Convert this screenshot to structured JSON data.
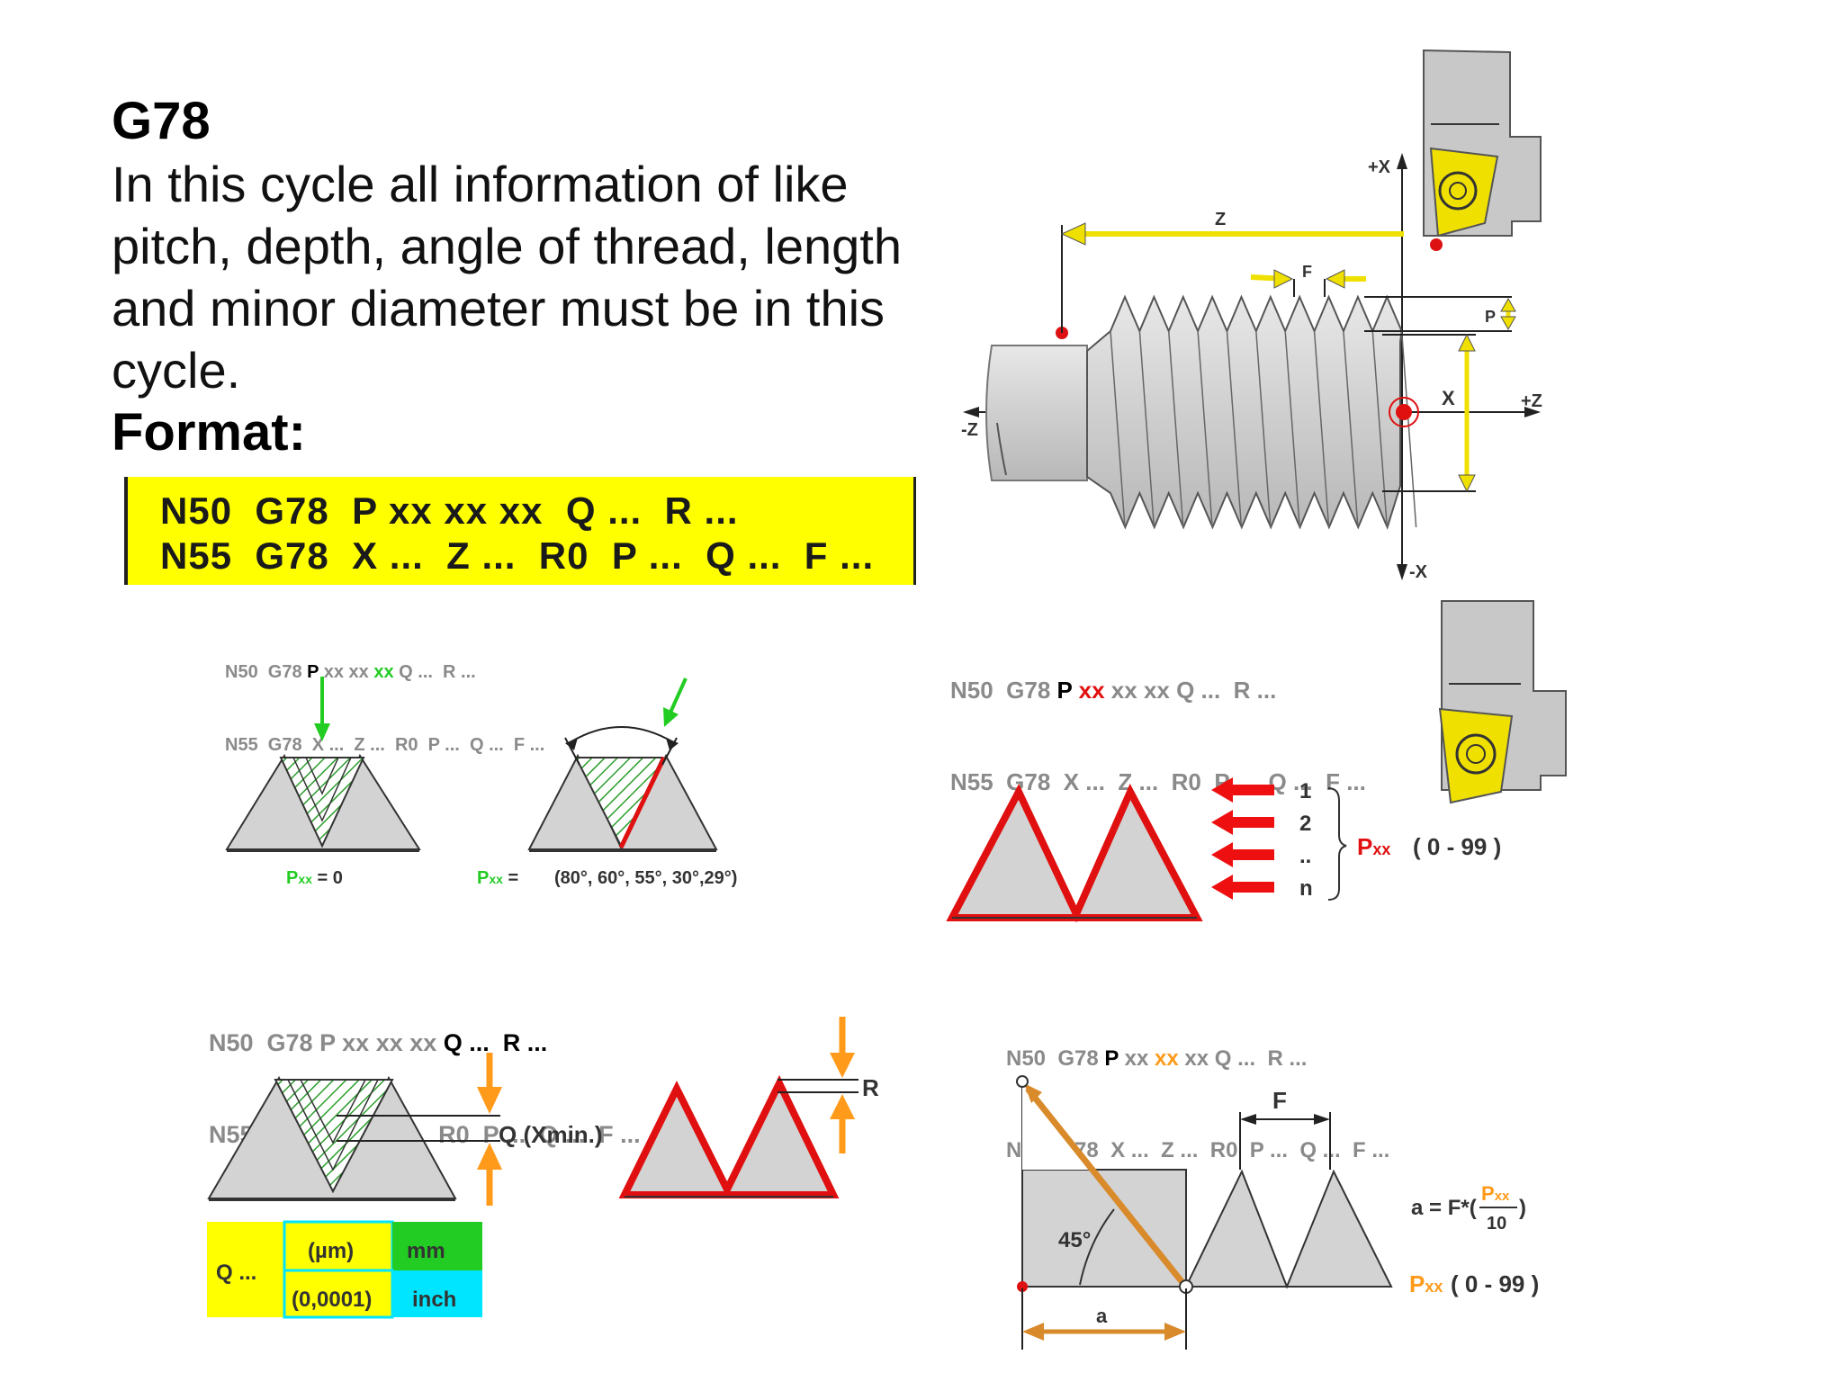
{
  "title": "G78",
  "description": "In this cycle all information of like pitch, depth, angle of thread, length and minor diameter must be in this cycle.",
  "format_label": "Format:",
  "format_box": {
    "line1": "N50  G78  P xx xx xx  Q ...  R ...",
    "line2": "N55  G78  X ...  Z ...  R0  P ...  Q ...  F ..."
  },
  "snippet_common": {
    "n50": "N50  G78 ",
    "p": "P",
    "n50_rest": " Q ...  R ...",
    "n55": "N55  G78  X ...  Z ...  R0  P ...  Q ...  F ...",
    "xx": "xx"
  },
  "lathe_diagram": {
    "plus_x": "+X",
    "minus_x": "-X",
    "plus_z": "+Z",
    "minus_z": "-Z",
    "z": "Z",
    "f": "F",
    "p": "P",
    "x": "X"
  },
  "angle_panel": {
    "pxx_zero_label": "P",
    "pxx_zero_sub": "xx",
    "pxx_zero_value": " = 0",
    "pxx_angle_label": "P",
    "pxx_angle_sub": "xx",
    "pxx_angle_eq": " =",
    "angles": "(80°, 60°, 55°, 30°,29°)"
  },
  "passes_panel": {
    "pass_labels": [
      "1",
      "2",
      "..",
      "n"
    ],
    "pxx_label": "P",
    "pxx_sub": "xx",
    "range": "( 0 - 99 )"
  },
  "depth_panel": {
    "q_label": "Q (Xmin.)",
    "r_label": "R",
    "table": {
      "q": "Q ...",
      "um": "(µm)",
      "mm": "mm",
      "inch_unit": "(0,0001)",
      "inch": "inch"
    }
  },
  "chamfer_panel": {
    "f": "F",
    "angle": "45°",
    "a": "a",
    "formula_lhs": "a = F*(",
    "formula_num_p": "P",
    "formula_num_sub": "xx",
    "formula_den": "10",
    "formula_rhs": ")",
    "pxx_label": "P",
    "pxx_sub": "xx",
    "range": "( 0 - 99 )"
  },
  "colors": {
    "yellow": "#ffff00",
    "green": "#22cc22",
    "red": "#e01010",
    "orange": "#ff9a1a",
    "cyan": "#00e5ff",
    "gray": "#d3d3d3"
  }
}
